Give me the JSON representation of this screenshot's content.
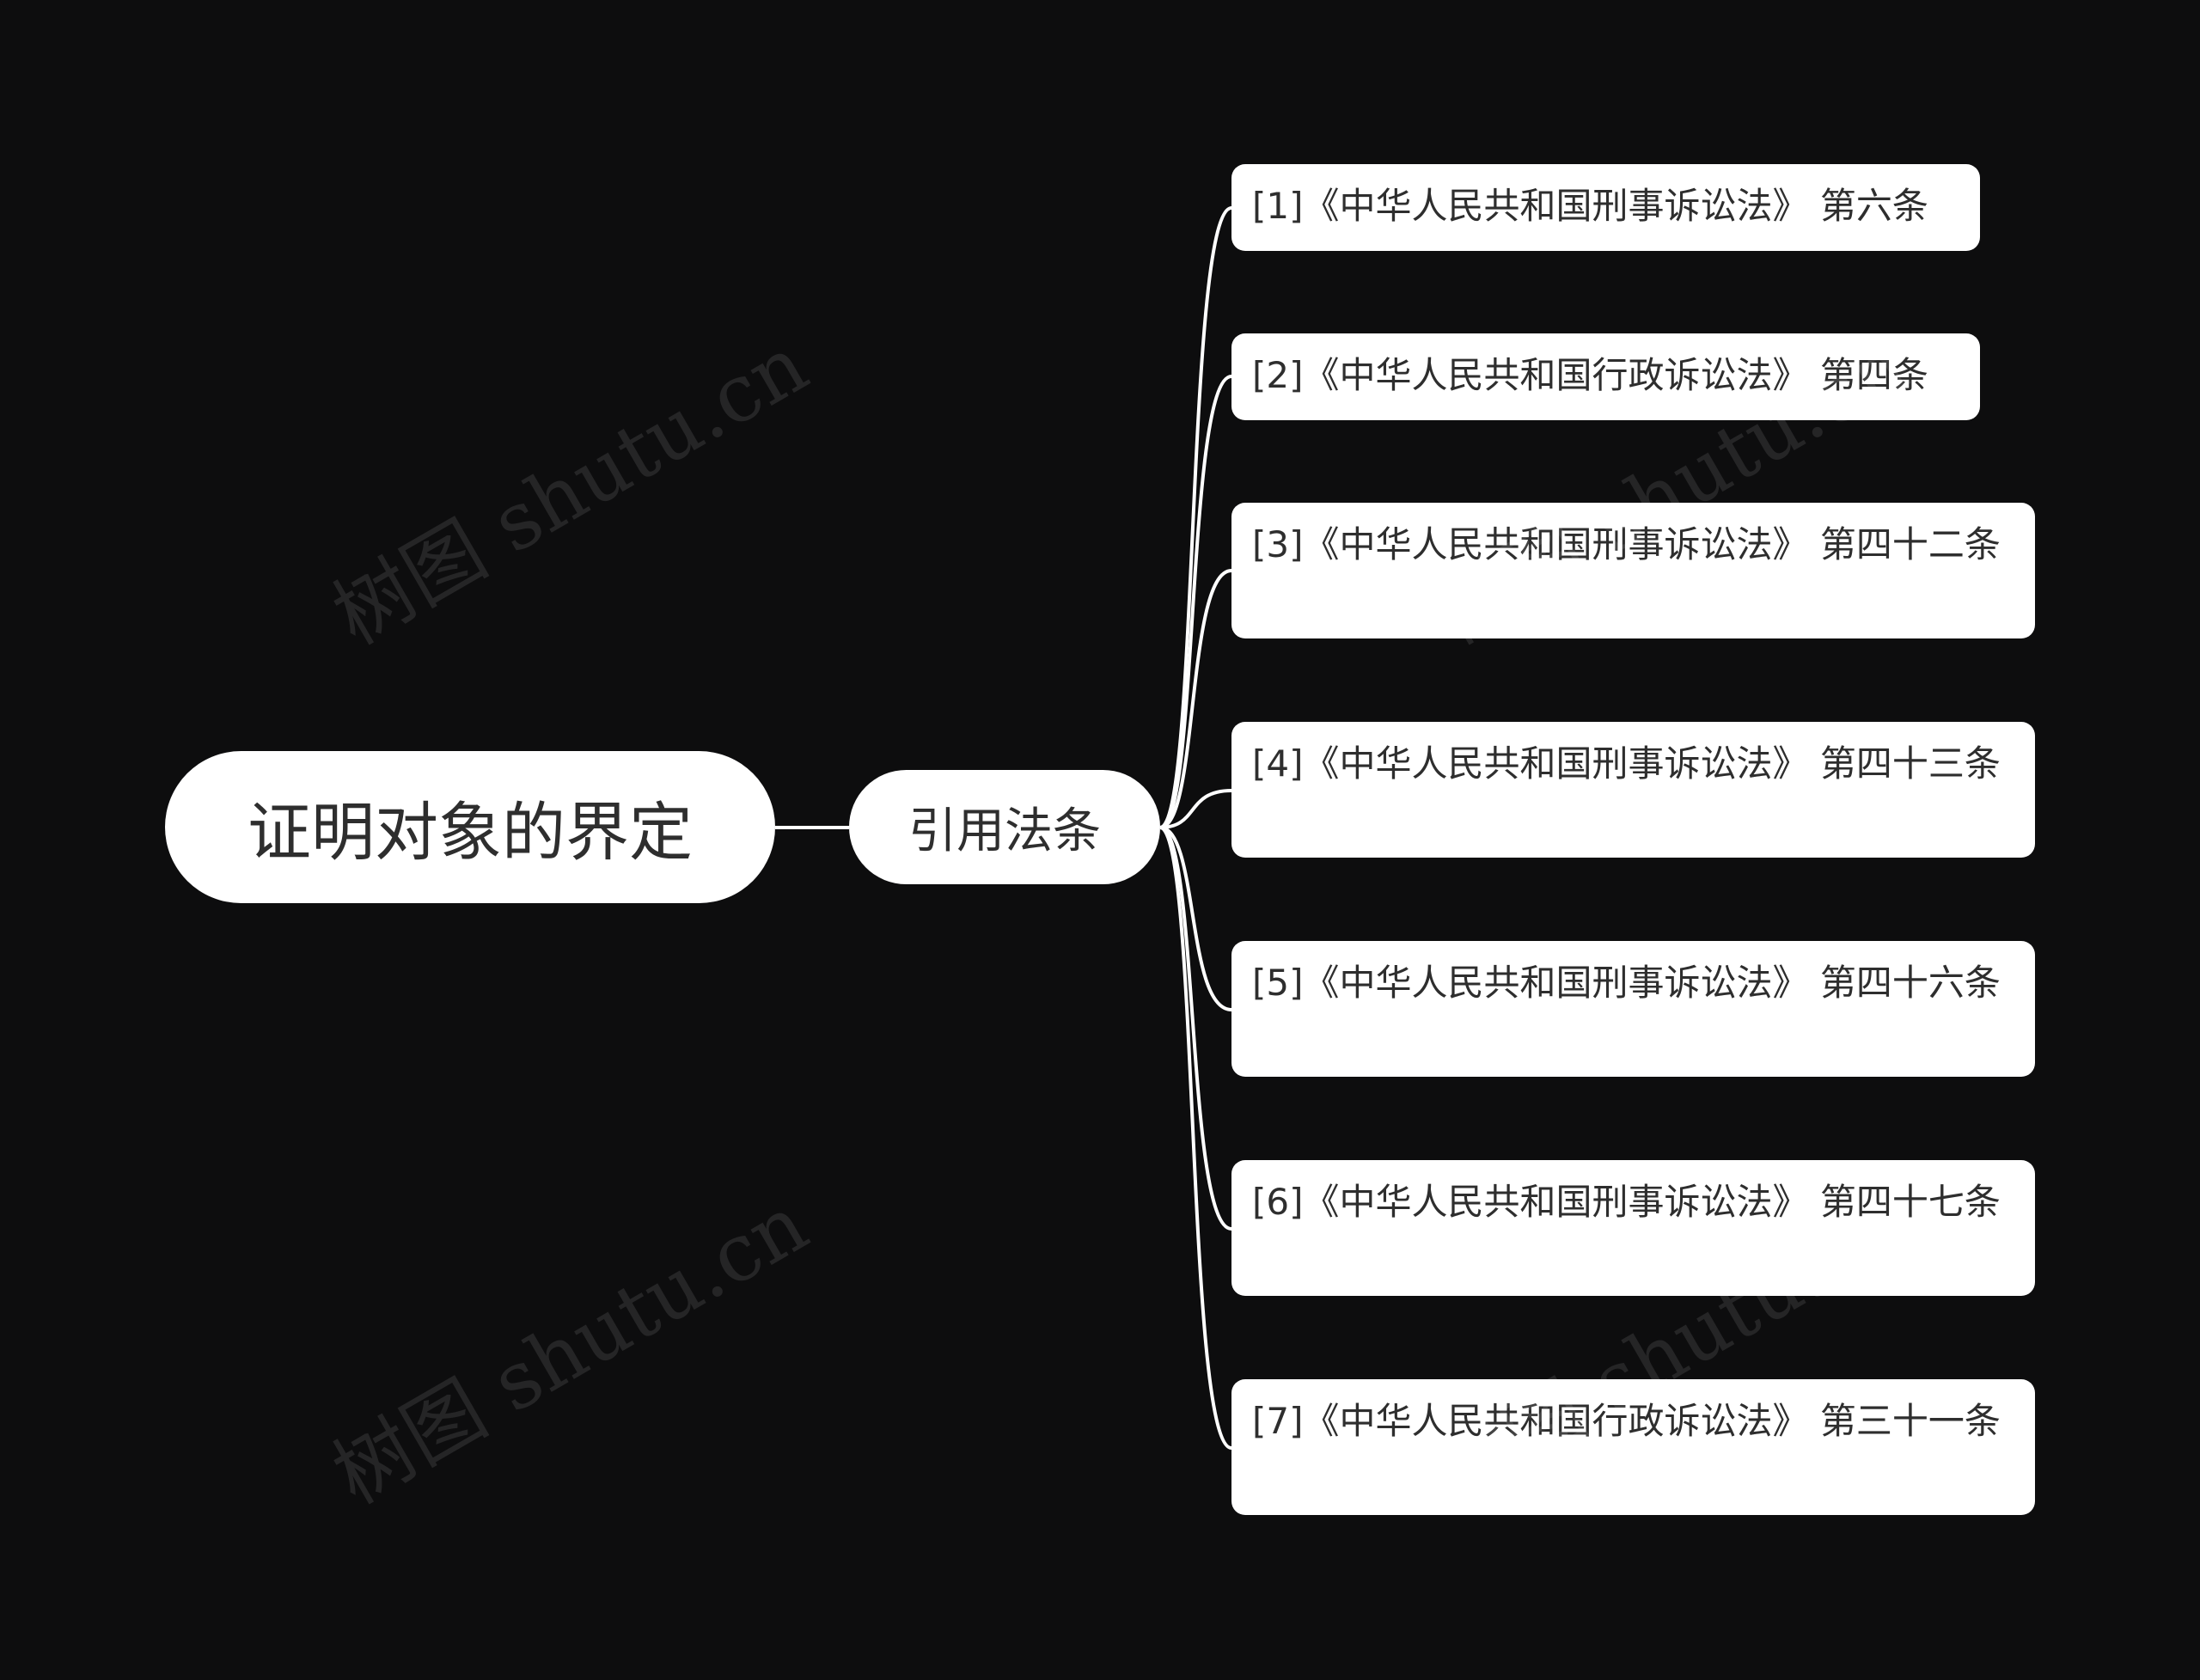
{
  "root": {
    "label": "证明对象的界定"
  },
  "branch": {
    "label": "引用法条"
  },
  "leaves": [
    {
      "label": "[1]《中华人民共和国刑事诉讼法》 第六条"
    },
    {
      "label": "[2]《中华人民共和国行政诉讼法》 第四条"
    },
    {
      "label": "[3]《中华人民共和国刑事诉讼法》 第四十二条"
    },
    {
      "label": "[4]《中华人民共和国刑事诉讼法》 第四十三条"
    },
    {
      "label": "[5]《中华人民共和国刑事诉讼法》 第四十六条"
    },
    {
      "label": "[6]《中华人民共和国刑事诉讼法》 第四十七条"
    },
    {
      "label": "[7]《中华人民共和国行政诉讼法》 第三十一条"
    }
  ],
  "watermark": {
    "text": "树图 shutu.cn"
  },
  "colors": {
    "background": "#0d0d0e",
    "node_fill": "#ffffff",
    "connector": "#ffffff",
    "text": "#2e2e2e"
  }
}
